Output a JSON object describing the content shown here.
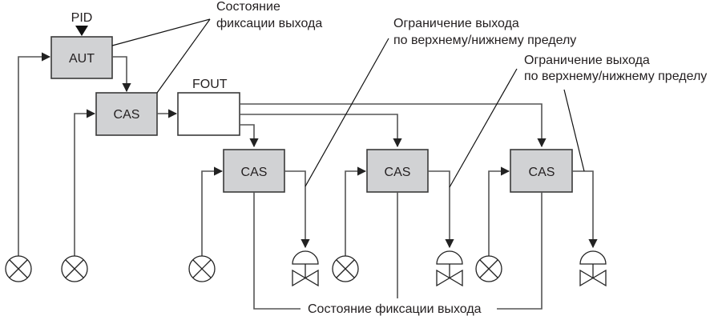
{
  "blocks": {
    "pid_label": "PID",
    "aut": "AUT",
    "cas_main": "CAS",
    "fout": "FOUT",
    "cas_1": "CAS",
    "cas_2": "CAS",
    "cas_3": "CAS"
  },
  "annotations": {
    "hold_state_top_line1": "Состояние",
    "hold_state_top_line2": "фиксации выхода",
    "limit_1_line1": "Ограничение выхода",
    "limit_1_line2": "по верхнему/нижнему пределу",
    "limit_2_line1": "Ограничение выхода",
    "limit_2_line2": "по верхнему/нижнему пределу",
    "hold_state_bottom": "Состояние фиксации выхода"
  },
  "symbols": {
    "sensor_icon": "sensor-circle-x",
    "valve_icon": "control-valve"
  }
}
